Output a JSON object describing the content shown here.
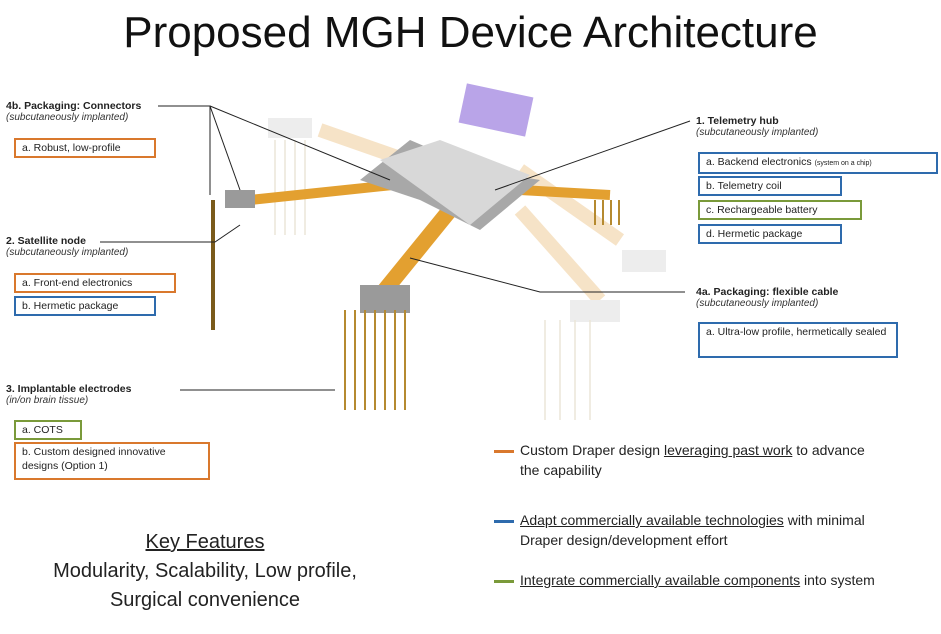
{
  "title": "Proposed MGH Device Architecture",
  "colors": {
    "orange": "#d9782d",
    "blue": "#2e6bad",
    "green": "#7a9a3a"
  },
  "connectors": {
    "heading": "4b. Packaging: Connectors",
    "sub": "(subcutaneously implanted)",
    "items": [
      "a. Robust, low-profile"
    ]
  },
  "satellite": {
    "heading": "2. Satellite node",
    "sub": "(subcutaneously implanted)",
    "items": [
      "a.  Front-end electronics",
      "b.  Hermetic package"
    ]
  },
  "electrodes": {
    "heading": "3. Implantable electrodes",
    "sub": "(in/on brain tissue)",
    "items": [
      "a. COTS",
      "b. Custom designed innovative designs (Option 1)"
    ]
  },
  "hub": {
    "heading": "1. Telemetry hub",
    "sub": "(subcutaneously implanted)",
    "items": [
      "a.  Backend electronics",
      "b.  Telemetry coil",
      "c.  Rechargeable battery",
      "d.  Hermetic package"
    ],
    "item_a_note": "(system on a chip)"
  },
  "cable": {
    "heading": "4a. Packaging: flexible cable",
    "sub": "(subcutaneously implanted)",
    "items": [
      "a. Ultra-low profile, hermetically sealed"
    ]
  },
  "legend": [
    {
      "u": "leveraging past work",
      "pre": "Custom Draper design ",
      "post": " to advance the capability"
    },
    {
      "u": "Adapt commercially available technologies",
      "pre": "",
      "post": " with minimal Draper design/development effort"
    },
    {
      "u": "Integrate commercially available components",
      "pre": "",
      "post": " into system"
    }
  ],
  "key_features": {
    "heading": "Key Features",
    "lines": [
      "Modularity, Scalability, Low profile,",
      "Surgical convenience"
    ]
  }
}
